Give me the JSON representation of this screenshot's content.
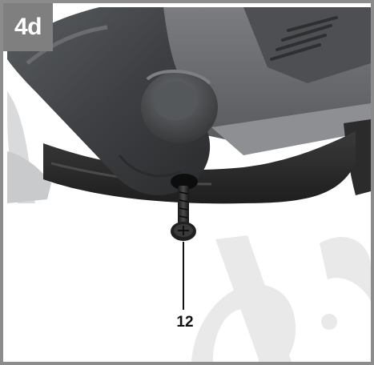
{
  "step_label": "4d",
  "callout": {
    "number": "12",
    "target": "screw"
  },
  "colors": {
    "badge_background": "#7f7f7f",
    "badge_text": "#ffffff",
    "frame_border": "#8c8c8c",
    "photo_background": "#ffffff",
    "watermark": "#e8e8e8"
  },
  "icons": {
    "watermark": "watermark-letters",
    "subject": "machine-housing-photo"
  }
}
